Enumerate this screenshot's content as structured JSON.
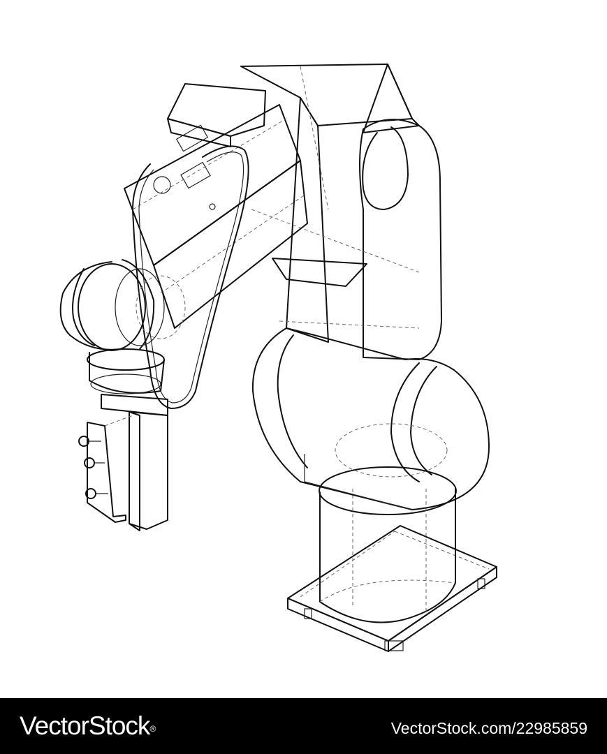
{
  "watermark": {
    "brand": "VectorStock",
    "brand_reg": "®",
    "stock_id": "VectorStock.com/22985859"
  },
  "illustration": {
    "icon": "robot-arm-wireframe",
    "stroke_color": "#111111",
    "background_color": "#ffffff"
  },
  "footer": {
    "background_color": "#000000",
    "text_color": "#ffffff"
  }
}
